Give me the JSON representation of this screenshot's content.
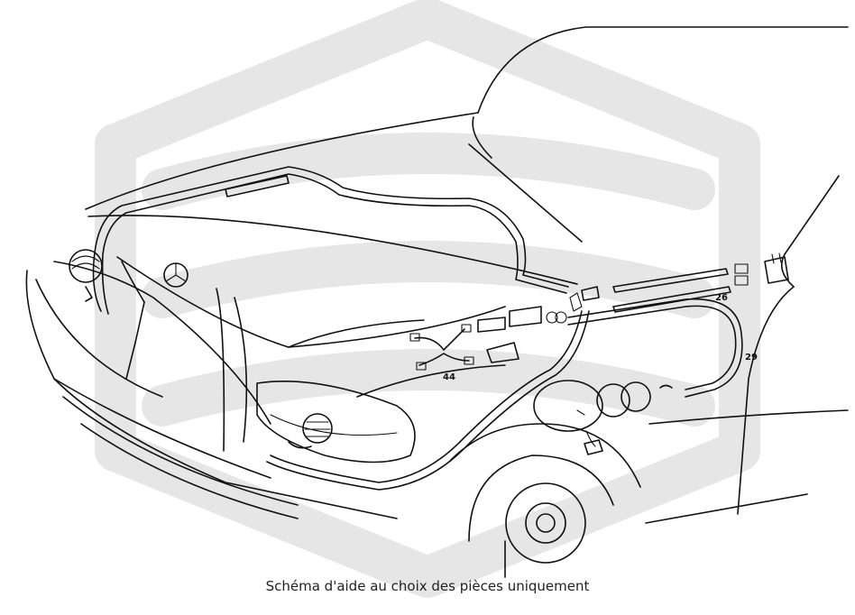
{
  "diagram": {
    "part_labels": {
      "p26": "26",
      "p29": "29",
      "p44": "44"
    },
    "caption": "Schéma d'aide au choix des pièces uniquement"
  }
}
